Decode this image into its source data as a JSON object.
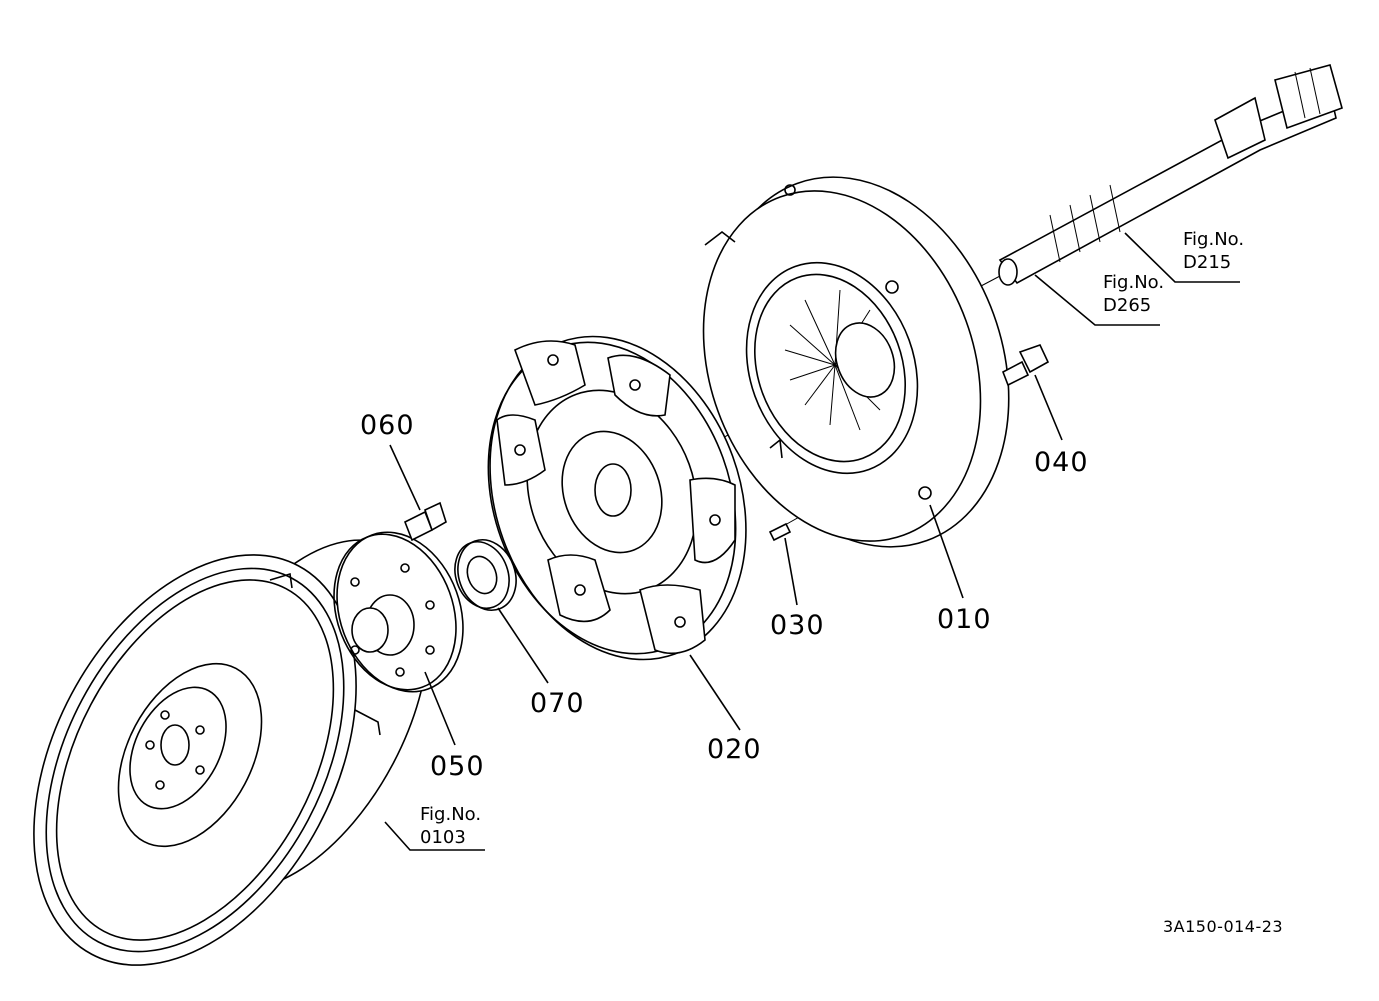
{
  "parts": [
    {
      "id": "010",
      "label": "010"
    },
    {
      "id": "020",
      "label": "020"
    },
    {
      "id": "030",
      "label": "030"
    },
    {
      "id": "040",
      "label": "040"
    },
    {
      "id": "050",
      "label": "050"
    },
    {
      "id": "060",
      "label": "060"
    },
    {
      "id": "070",
      "label": "070"
    }
  ],
  "figure_refs": [
    {
      "title": "Fig.No.",
      "number": "D215"
    },
    {
      "title": "Fig.No.",
      "number": "D265"
    },
    {
      "title": "Fig.No.",
      "number": "0103"
    }
  ],
  "document_code": "3A150-014-23"
}
